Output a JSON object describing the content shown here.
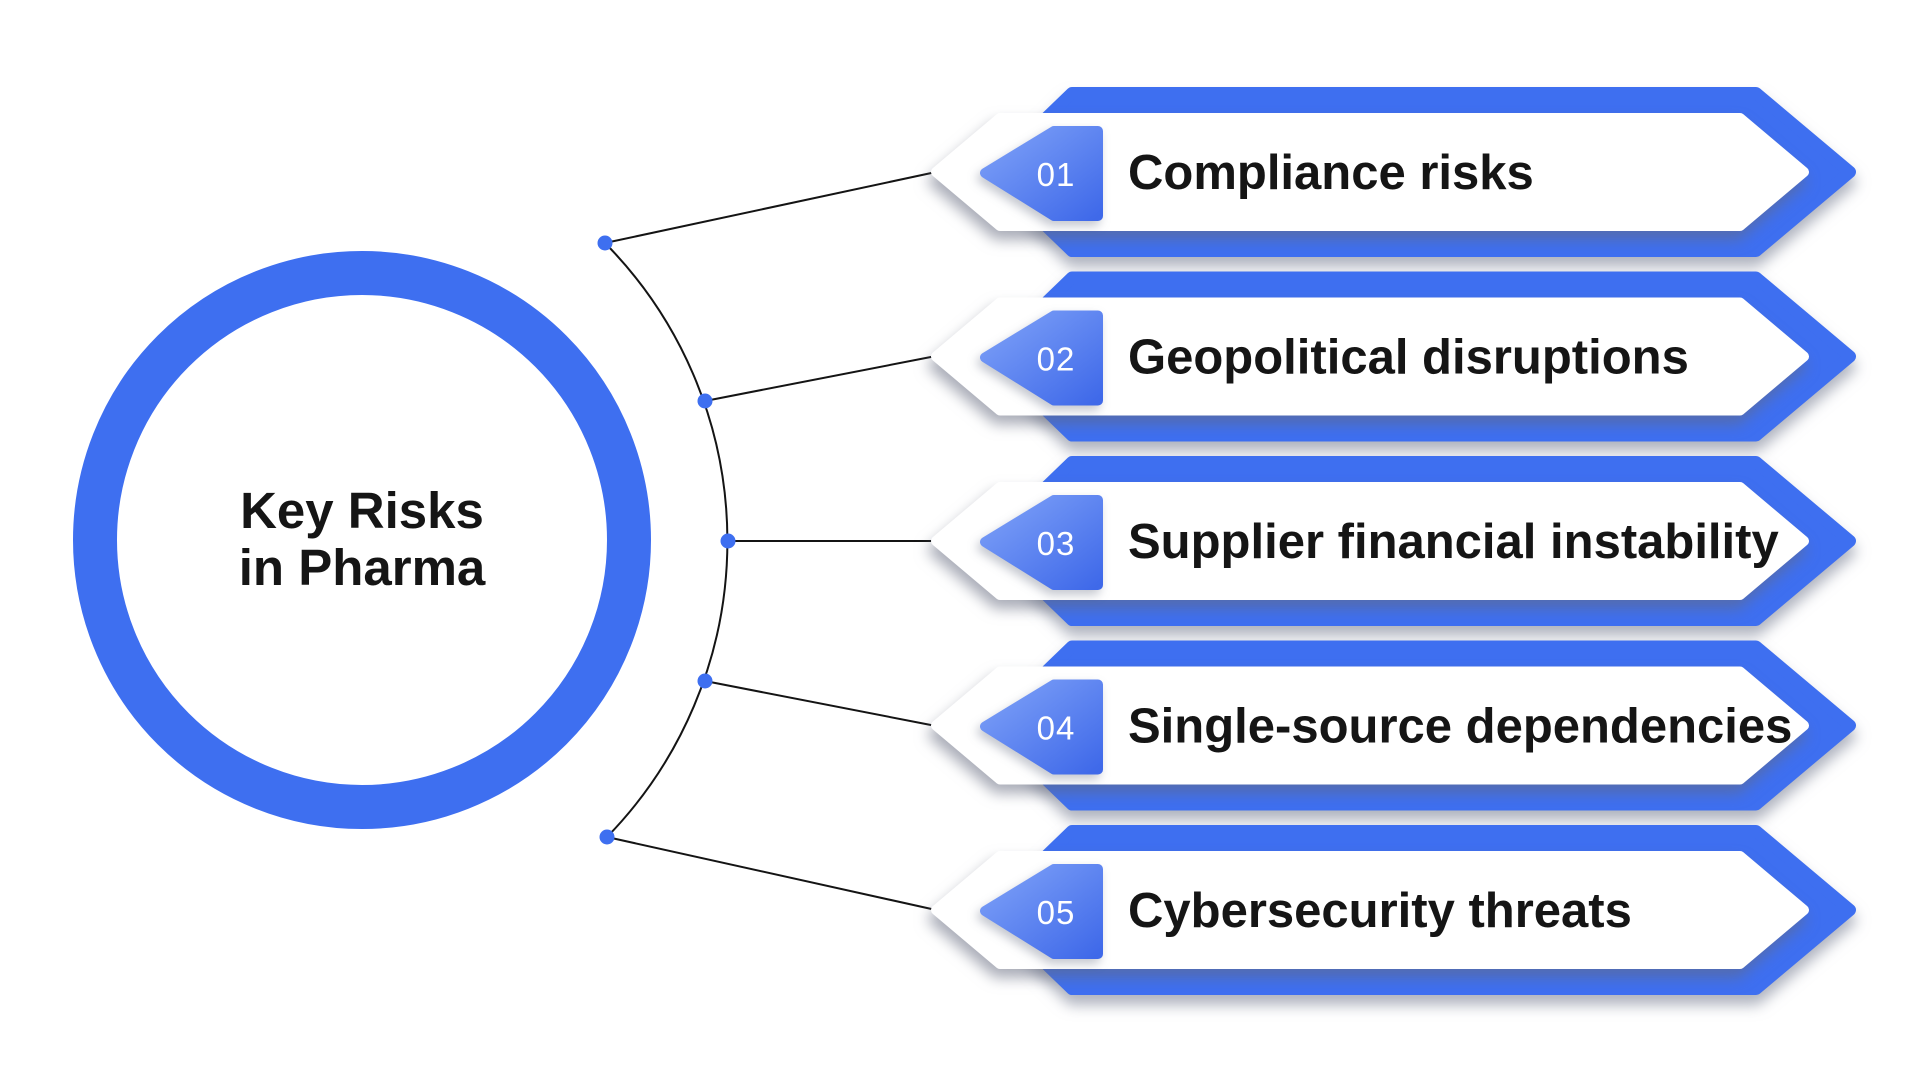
{
  "title": {
    "line1": "Key Risks",
    "line2": "in Pharma"
  },
  "items": [
    {
      "number": "01",
      "label": "Compliance risks"
    },
    {
      "number": "02",
      "label": "Geopolitical disruptions"
    },
    {
      "number": "03",
      "label": "Supplier financial instability"
    },
    {
      "number": "04",
      "label": "Single-source dependencies"
    },
    {
      "number": "05",
      "label": "Cybersecurity threats"
    }
  ],
  "colors": {
    "accent": "#3E6FF0",
    "text": "#151515",
    "connector": "#141414",
    "pentagon_gradient_start": "#7FA2F8",
    "pentagon_gradient_end": "#3F69E9"
  }
}
